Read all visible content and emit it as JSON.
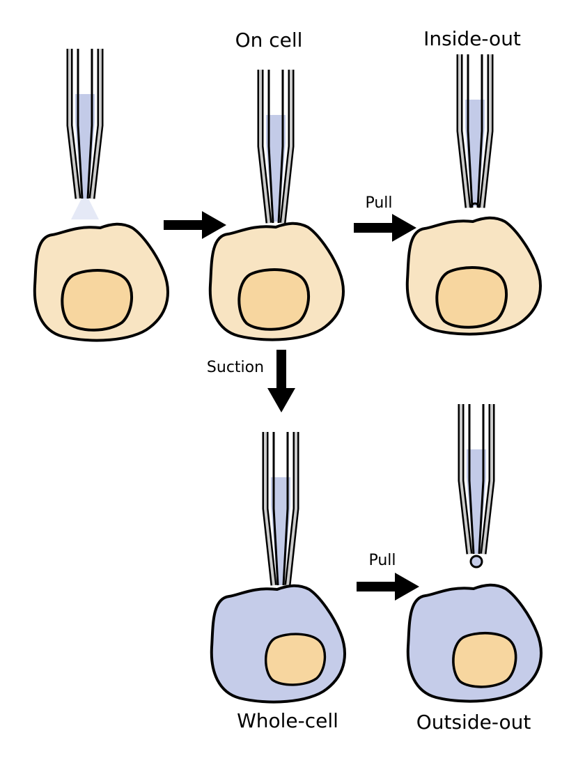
{
  "labels": {
    "on_cell": "On cell",
    "inside_out": "Inside-out",
    "whole_cell": "Whole-cell",
    "outside_out": "Outside-out",
    "pull_top": "Pull",
    "pull_bottom": "Pull",
    "suction": "Suction"
  },
  "colors": {
    "cytoplasm": "#f8e4c2",
    "nucleus": "#f7d69f",
    "pipette_solution": "#c3cbe8",
    "whole_cell_cytoplasm": "#c5cce9",
    "outline": "#000000",
    "pipette_glass": "#cccccc"
  }
}
